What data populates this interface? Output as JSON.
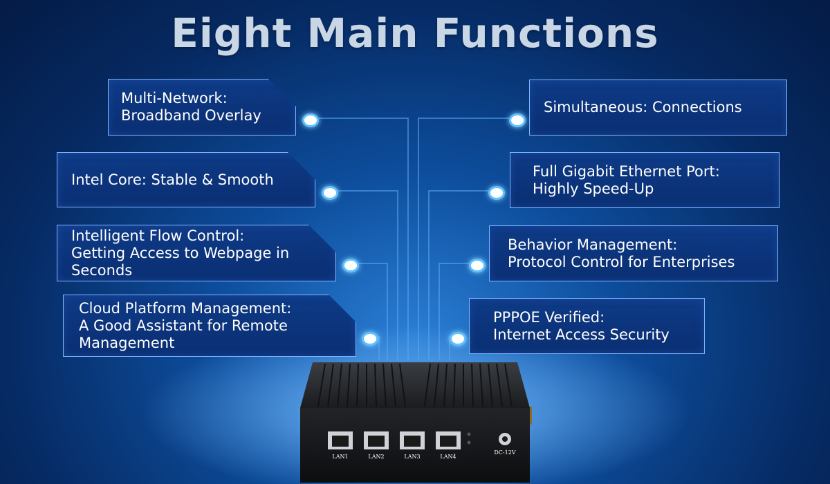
{
  "title": "Eight Main Functions",
  "features_left": [
    {
      "text": "Multi-Network:\nBroadband Overlay"
    },
    {
      "text": "Intel Core: Stable & Smooth"
    },
    {
      "text": "Intelligent Flow Control:\nGetting Access to Webpage in\nSeconds"
    },
    {
      "text": "Cloud Platform Management:\nA Good Assistant for Remote\nManagement"
    }
  ],
  "features_right": [
    {
      "text": "Simultaneous: Connections"
    },
    {
      "text": "Full Gigabit Ethernet Port:\nHighly Speed-Up"
    },
    {
      "text": "Behavior Management:\nProtocol Control for Enterprises"
    },
    {
      "text": "PPPOE Verified:\nInternet Access Security"
    }
  ],
  "device": {
    "ports": [
      "LAN1",
      "LAN2",
      "LAN3",
      "LAN4"
    ],
    "power_label": "DC-12V"
  }
}
